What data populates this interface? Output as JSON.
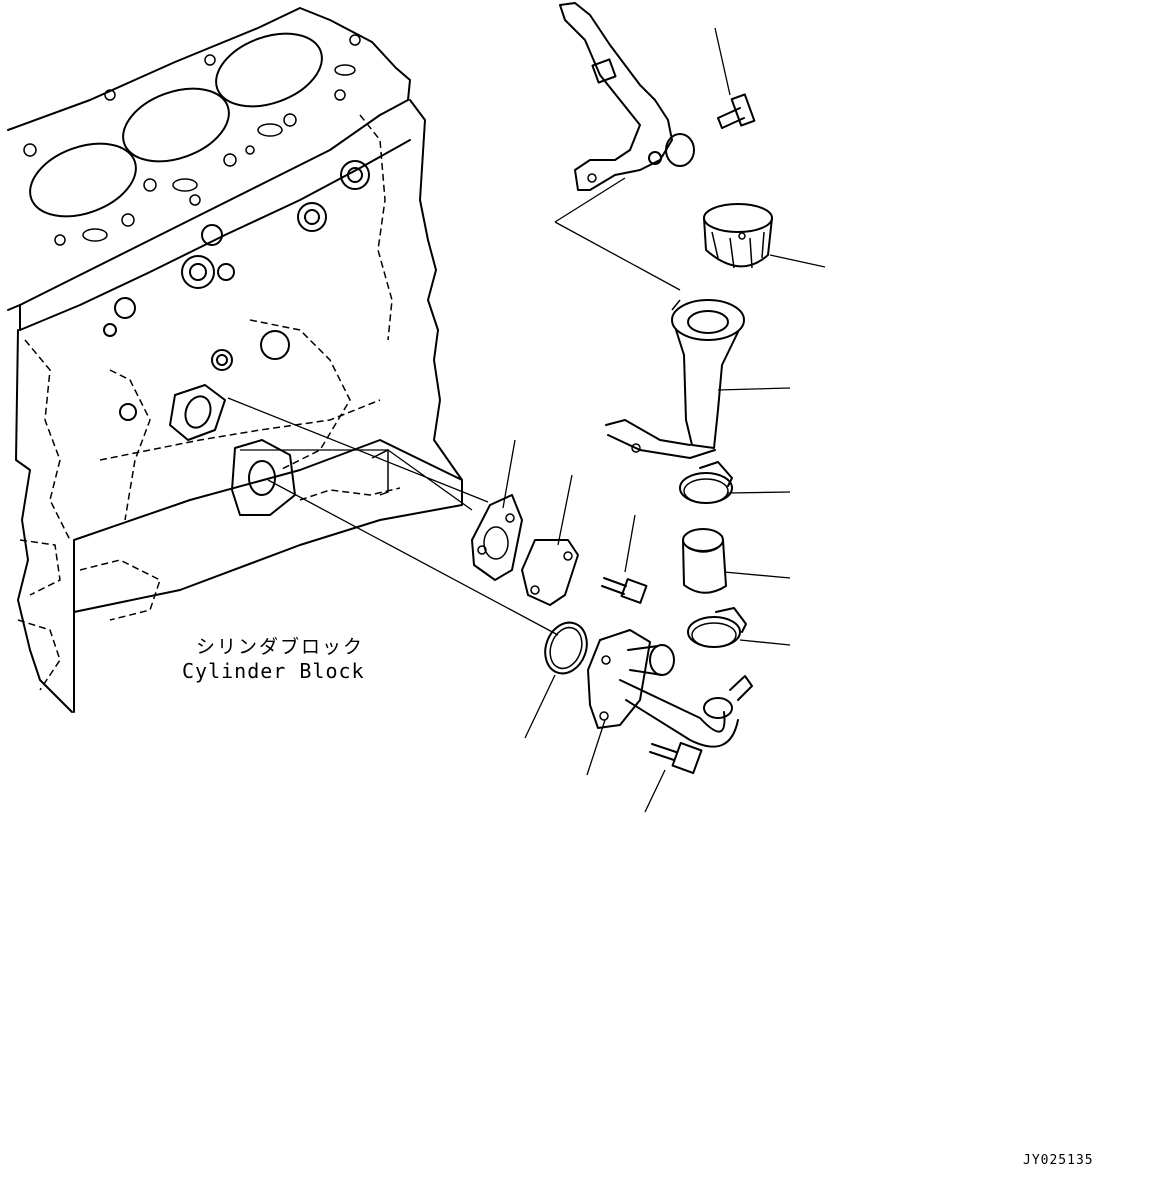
{
  "labels": {
    "cylinder_block_jp": "シリンダブロック",
    "cylinder_block_en": "Cylinder Block",
    "drawing_code": "JY025135"
  }
}
